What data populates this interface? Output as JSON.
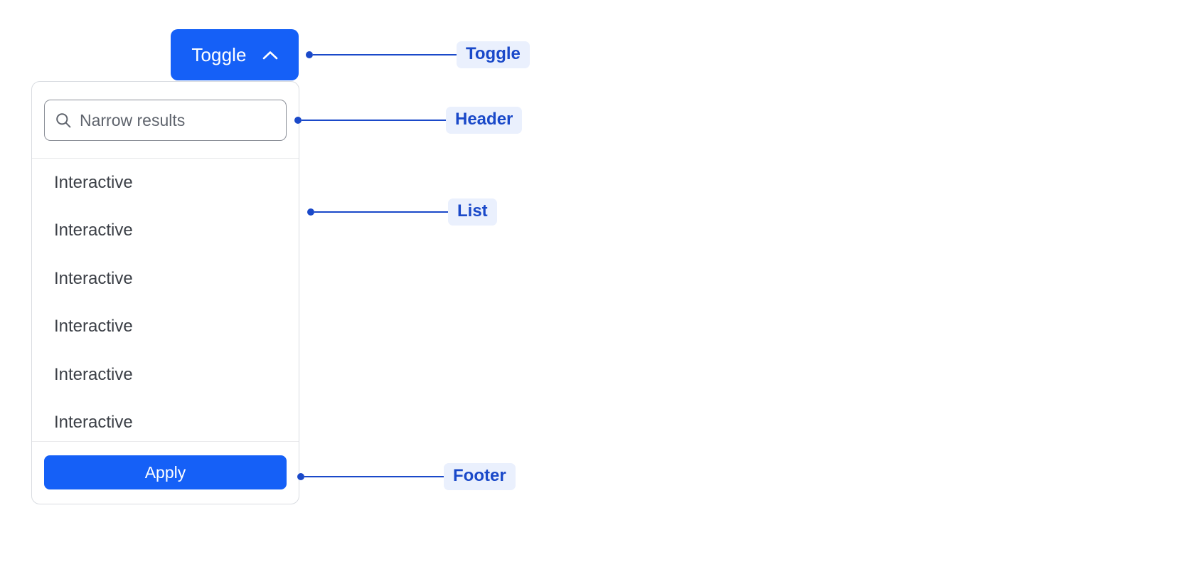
{
  "toggle": {
    "label": "Toggle",
    "icon": "chevron-up-icon",
    "background": "#1560f7",
    "text_color": "#ffffff"
  },
  "dropdown": {
    "header": {
      "search": {
        "icon": "search-icon",
        "value": "",
        "placeholder": "Narrow results"
      }
    },
    "list": {
      "items": [
        {
          "label": "Interactive"
        },
        {
          "label": "Interactive"
        },
        {
          "label": "Interactive"
        },
        {
          "label": "Interactive"
        },
        {
          "label": "Interactive"
        },
        {
          "label": "Interactive"
        }
      ]
    },
    "footer": {
      "apply_label": "Apply",
      "apply_background": "#1560f7"
    },
    "border_color": "#d9dce1",
    "divider_color": "#e9eaec"
  },
  "annotations": {
    "accent_color": "#1a49c9",
    "chip_background": "#eaf0fd",
    "items": [
      {
        "label": "Toggle"
      },
      {
        "label": "Header"
      },
      {
        "label": "List"
      },
      {
        "label": "Footer"
      }
    ]
  }
}
